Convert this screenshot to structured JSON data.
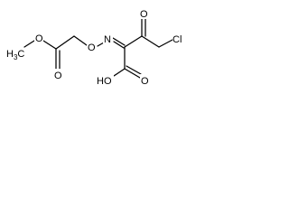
{
  "molecule": {
    "atoms": {
      "methyl": {
        "label": "H3C",
        "main": "H",
        "sub": "3",
        "tail": "C"
      },
      "ester_o": {
        "label": "O"
      },
      "ester_carbonyl_o": {
        "label": "O"
      },
      "oxime_o": {
        "label": "O"
      },
      "oxime_n": {
        "label": "N"
      },
      "ketone_o": {
        "label": "O"
      },
      "chlorine": {
        "label": "Cl"
      },
      "acid_oh": {
        "label": "HO"
      },
      "acid_carbonyl_o": {
        "label": "O"
      }
    }
  }
}
